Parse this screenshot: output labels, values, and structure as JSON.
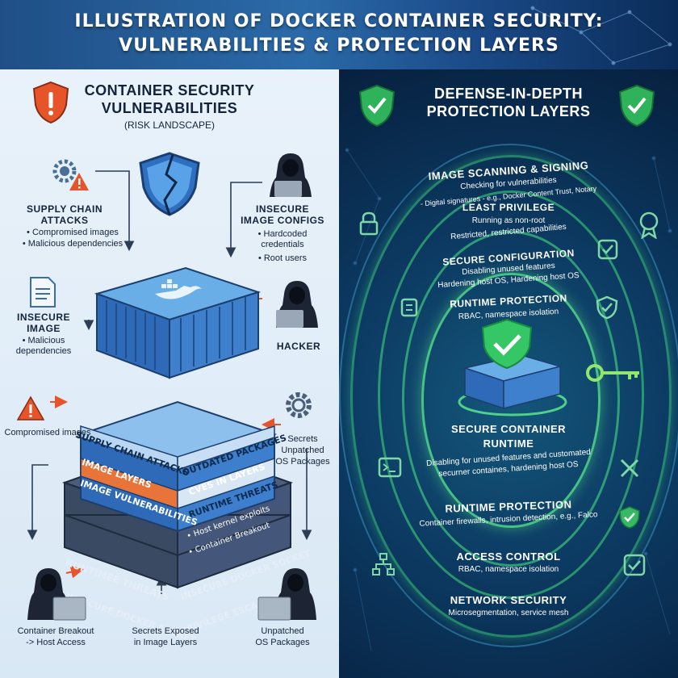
{
  "header": {
    "line1": "ILLUSTRATION OF DOCKER CONTAINER SECURITY:",
    "line2": "VULNERABILITIES & PROTECTION LAYERS"
  },
  "left": {
    "title_line1": "CONTAINER SECURITY",
    "title_line2": "VULNERABILITIES",
    "subtitle": "(RISK LANDSCAPE)",
    "supply_chain": {
      "title_line1": "SUPPLY CHAIN",
      "title_line2": "ATTACKS",
      "items": [
        "• Compromised images",
        "• Malicious dependencies"
      ]
    },
    "insecure_configs": {
      "title_line1": "INSECURE",
      "title_line2": "IMAGE CONFIGS",
      "items": [
        "• Hardcoded",
        "credentials",
        "• Root users"
      ]
    },
    "insecure_image": {
      "title_line1": "INSECURE",
      "title_line2": "IMAGE",
      "items": [
        "• Malicious",
        "dependencies"
      ]
    },
    "hacker_label": "HACKER",
    "compromised_images": "Compromised images",
    "secrets_right": [
      "Secrets",
      "Unpatched",
      "OS Packages"
    ],
    "stack_layers": [
      {
        "left": "SUPPLY CHAIN ATTACKS",
        "right": "OUTDATED PACKAGES"
      },
      {
        "left": "IMAGE LAYERS",
        "right": "CVES IN LAYERS"
      },
      {
        "left": "IMAGE VULNERABILITIES",
        "right": "RUNTIME THREATS"
      },
      {
        "left": "",
        "right": "• Host kernel exploits"
      },
      {
        "left": "",
        "right": "• Container Breakout"
      },
      {
        "left": "RUNTIMEE THREATS",
        "right": "INSECURE DOCKER SOCKET"
      },
      {
        "left": "INSECURE DOCKER SOCKET",
        "right": "PRIVILEGE ESCALATION"
      }
    ],
    "bottom_labels": [
      [
        "Container Breakout",
        "-> Host Access"
      ],
      [
        "Secrets Exposed",
        "in Image Layers"
      ],
      [
        "Unpatched",
        "OS Packages"
      ]
    ]
  },
  "right": {
    "title_line1": "DEFENSE-IN-DEPTH",
    "title_line2": "PROTECTION LAYERS",
    "layers": [
      {
        "title": "IMAGE SCANNING & SIGNING",
        "lines": [
          "Checking for vulnerabilities",
          "- Digital signatures - e.g., Docker Content Trust, Notary"
        ]
      },
      {
        "title": "LEAST PRIVILEGE",
        "lines": [
          "Running as non-root",
          "Restricted, restricted capabilities"
        ]
      },
      {
        "title": "SECURE CONFIGURATION",
        "lines": [
          "Disabling unused features",
          "Hardening host OS, Hardening host OS"
        ]
      },
      {
        "title": "RUNTIME PROTECTION",
        "lines": [
          "RBAC, namespace isolation"
        ]
      }
    ],
    "core_title_line1": "SECURE CONTAINER",
    "core_title_line2": "RUNTIME",
    "core_lines": [
      "Disabling for unused features and customated",
      "securner containes, hardening host OS"
    ],
    "lower_layers": [
      {
        "title": "RUNTIME PROTECTION",
        "line": "Container firewalls, intrusion detection, e.g., Falco"
      },
      {
        "title": "ACCESS CONTROL",
        "line": "RBAC, namespace isolation"
      },
      {
        "title": "NETWORK SECURITY",
        "line": "Microsegmentation, service mesh"
      }
    ]
  },
  "colors": {
    "left_bg": "#e3eef8",
    "right_bg": "#0c3a62",
    "green": "#3fd16a",
    "danger": "#e8542a",
    "stack_blue": "#3a78c2"
  },
  "icons": [
    "warning-shield-icon",
    "cracked-shield-icon",
    "gear-warning-icon",
    "hacker-icon",
    "document-icon",
    "warning-icon",
    "gear-icon",
    "docker-whale-icon",
    "check-shield-icon",
    "lock-icon",
    "badge-icon",
    "key-icon",
    "check-icon",
    "network-icon"
  ]
}
